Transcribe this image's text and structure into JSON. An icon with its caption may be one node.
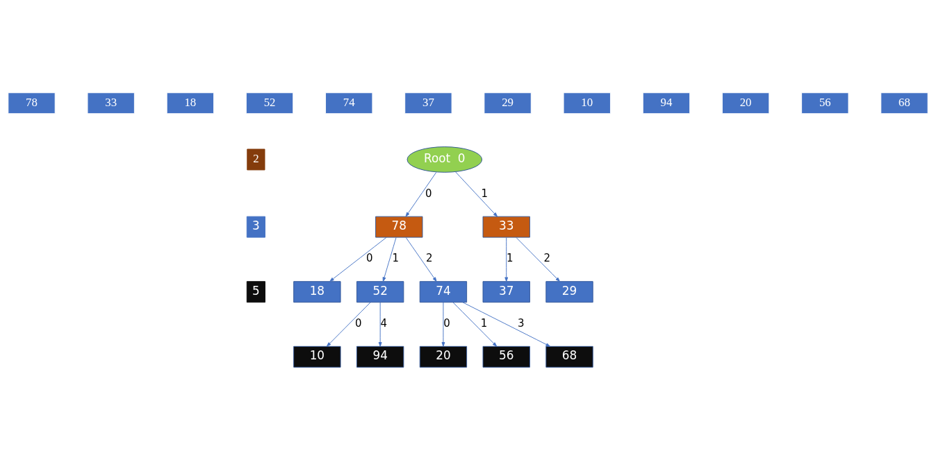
{
  "diagram": {
    "nodes": [
      {
        "text": [
          "78"
        ]
      },
      {
        "text": [
          "33"
        ]
      },
      {
        "text": [
          "18"
        ]
      },
      {
        "text": [
          "52"
        ]
      },
      {
        "text": [
          "74"
        ]
      },
      {
        "text": [
          "37"
        ]
      },
      {
        "text": [
          "29"
        ]
      },
      {
        "text": [
          "10"
        ]
      },
      {
        "text": [
          "94"
        ]
      },
      {
        "text": [
          "20"
        ]
      },
      {
        "text": [
          "56"
        ]
      },
      {
        "text": [
          "68"
        ]
      },
      {
        "text": [
          "2"
        ]
      },
      {
        "text": [
          "Root  0"
        ]
      },
      {
        "text": [
          "3"
        ]
      },
      {
        "text": [
          "78"
        ]
      },
      {
        "text": [
          "33"
        ]
      },
      {
        "text": [
          "5"
        ]
      },
      {
        "text": [
          "18"
        ]
      },
      {
        "text": [
          "52"
        ]
      },
      {
        "text": [
          "74"
        ]
      },
      {
        "text": [
          "37"
        ]
      },
      {
        "text": [
          "29"
        ]
      },
      {
        "text": [
          "10"
        ]
      },
      {
        "text": [
          "94"
        ]
      },
      {
        "text": [
          "20"
        ]
      },
      {
        "text": [
          "56"
        ]
      },
      {
        "text": [
          "68"
        ]
      }
    ],
    "edges": [
      {
        "from": 13,
        "to": 15,
        "arrow": "to",
        "label": "0"
      },
      {
        "from": 13,
        "to": 16,
        "arrow": "to",
        "label": "1"
      },
      {
        "from": 15,
        "to": 18,
        "arrow": "to",
        "label": "0"
      },
      {
        "from": 15,
        "to": 19,
        "arrow": "to",
        "label": "1"
      },
      {
        "from": 15,
        "to": 20,
        "arrow": "to",
        "label": "2"
      },
      {
        "from": 16,
        "to": 21,
        "arrow": "to",
        "label": "1"
      },
      {
        "from": 16,
        "to": 22,
        "arrow": "to",
        "label": "2"
      },
      {
        "from": 19,
        "to": 23,
        "arrow": "to",
        "label": "0"
      },
      {
        "from": 19,
        "to": 24,
        "arrow": "to",
        "label": "4"
      },
      {
        "from": 20,
        "to": 25,
        "arrow": "to",
        "label": "0"
      },
      {
        "from": 20,
        "to": 26,
        "arrow": "to",
        "label": "1"
      },
      {
        "from": 20,
        "to": 27,
        "arrow": "to",
        "label": "3"
      }
    ]
  }
}
